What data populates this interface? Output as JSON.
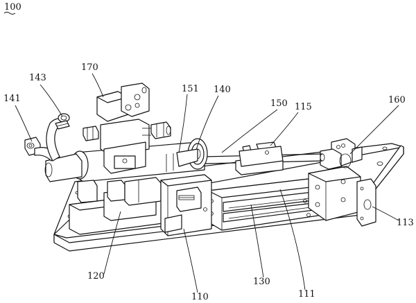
{
  "figure": {
    "ref_main": "100",
    "labels": {
      "l141": "141",
      "l143": "143",
      "l170": "170",
      "l151": "151",
      "l140": "140",
      "l150": "150",
      "l115": "115",
      "l160": "160",
      "l113": "113",
      "l120": "120",
      "l110": "110",
      "l130": "130",
      "l111": "111"
    }
  }
}
